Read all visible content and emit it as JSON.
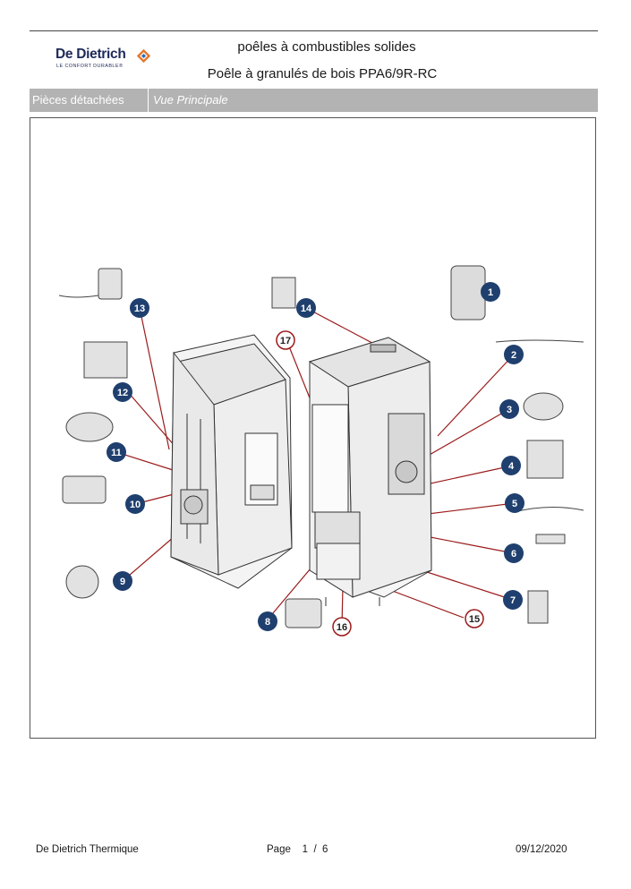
{
  "header": {
    "brand_name": "De Dietrich",
    "brand_tagline": "LE CONFORT DURABLE®",
    "title": "poêles à combustibles solides",
    "subtitle": "Poêle à granulés de bois PPA6/9R-RC"
  },
  "tabs": {
    "section": "Pièces détachées",
    "view": "Vue Principale"
  },
  "diagram": {
    "callouts_filled": [
      "1",
      "2",
      "3",
      "4",
      "5",
      "6",
      "7",
      "8",
      "9",
      "10",
      "11",
      "12",
      "13",
      "14"
    ],
    "callouts_outlined": [
      "15",
      "16",
      "17"
    ],
    "colors": {
      "callout_fill": "#1f3f6e",
      "leader": "#9b1b1b",
      "outline": "#9b1b1b"
    }
  },
  "footer": {
    "company": "De Dietrich Thermique",
    "page_label": "Page",
    "page_current": "1",
    "page_sep": "/",
    "page_total": "6",
    "date": "09/12/2020"
  }
}
